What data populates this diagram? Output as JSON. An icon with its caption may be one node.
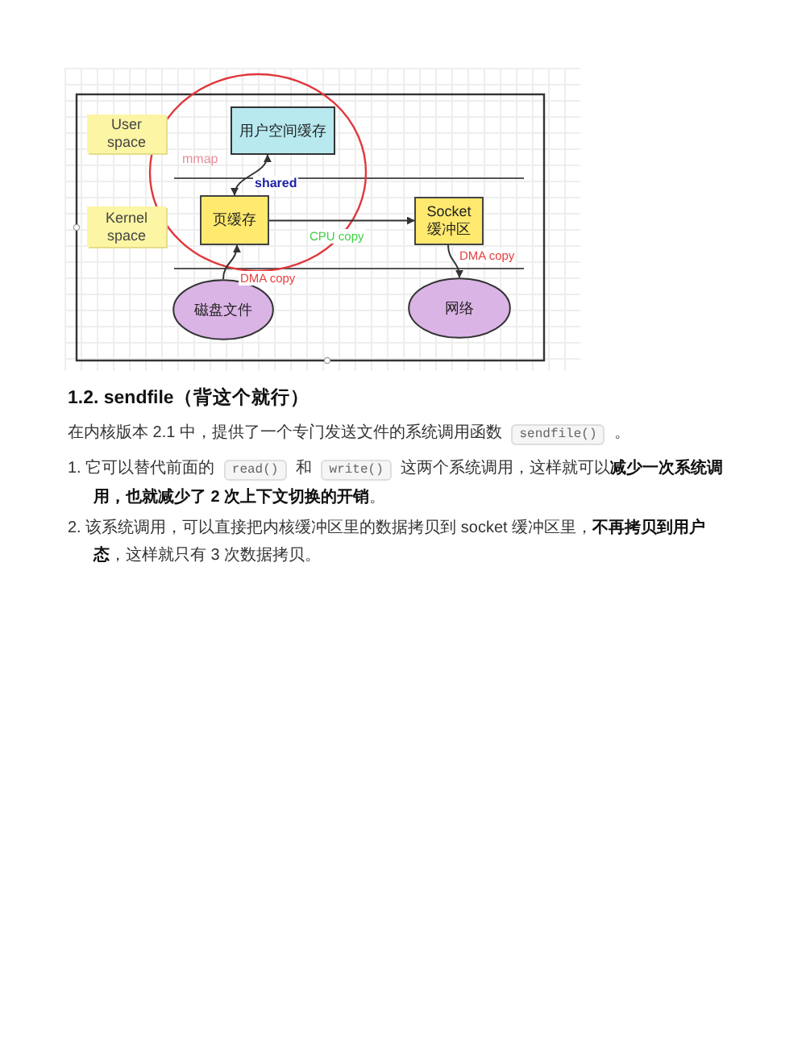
{
  "diagram": {
    "nodes": [
      {
        "text": [
          "User space"
        ]
      },
      {
        "text": [
          "Kernel space"
        ]
      },
      {
        "text": [
          "用户空间缓存"
        ]
      },
      {
        "text": [
          "页缓存"
        ]
      },
      {
        "text": [
          "Socket 缓冲区"
        ]
      },
      {
        "text": [
          "磁盘文件"
        ]
      },
      {
        "text": [
          "网络"
        ]
      }
    ],
    "edges": [
      {
        "from": 3,
        "to": 2,
        "arrow": "both",
        "label": "shared"
      },
      {
        "from": 3,
        "to": 4,
        "arrow": "to",
        "label": "CPU copy"
      },
      {
        "from": 5,
        "to": 3,
        "arrow": "to",
        "label": "DMA copy"
      },
      {
        "from": 4,
        "to": 6,
        "arrow": "to",
        "label": "DMA copy"
      }
    ],
    "labels": [
      "mmap",
      "1.2. sendfile（背这个就行）",
      "在内核版本 2.1 中，提供了一个专门发送文件的系统调用函数 *sendfile()* 。",
      "1. 它可以替代前面的 *read()* 和 *write()* 这两个系统调用，这样就可以**减少一次系统调用，也就减少了 2 次上下文切换的开销**。",
      "2. 该系统调用，可以直接把内核缓冲区里的数据拷贝到 socket 缓冲区里，**不再拷贝到用户态**，这样就只有 3 次数据拷贝。"
    ]
  }
}
